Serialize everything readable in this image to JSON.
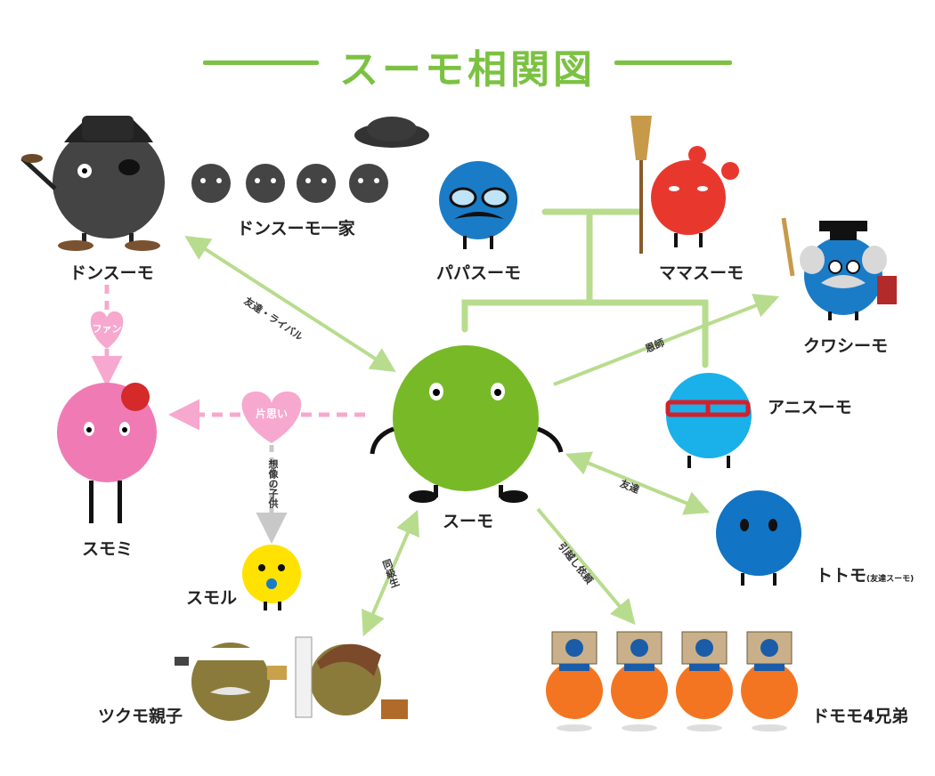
{
  "title": "スーモ相関図",
  "colors": {
    "accent_green": "#7cc242",
    "line_green": "#b8dc8e",
    "pink": "#f7a8cf",
    "gray": "#c8c8c8"
  },
  "characters": {
    "suumo": "スーモ",
    "donsuumo": "ドンスーモ",
    "donsuumo_family": "ドンスーモ一家",
    "papa": "パパスーモ",
    "mama": "ママスーモ",
    "kuwashimo": "クワシーモ",
    "anisuumo": "アニスーモ",
    "totomo": "トトモ",
    "totomo_note": "(友達スーモ)",
    "sumomi": "スモミ",
    "sumoru": "スモル",
    "tsukumo": "ツクモ親子",
    "domomo": "ドモモ4兄弟"
  },
  "relations": {
    "friend_rival": "友達・ライバル",
    "fan": "ファン",
    "crush": "片思い",
    "imagined_child": "想像の子供",
    "mentor": "恩師",
    "friend": "友達",
    "classmate": "同級生",
    "moving_request": "引越し依頼"
  }
}
